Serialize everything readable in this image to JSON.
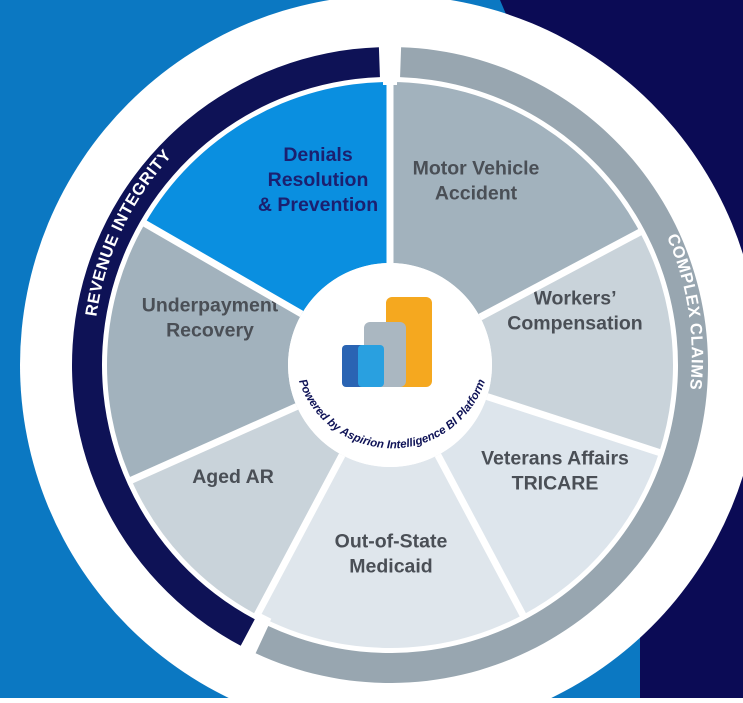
{
  "diagram": {
    "center_caption": "Powered by Aspirion Intelligence BI Platform",
    "left_arc_label": "REVENUE INTEGRITY",
    "right_arc_label": "COMPLEX CLAIMS",
    "segments": [
      {
        "id": "denials",
        "lines": [
          "Denials",
          "Resolution",
          "& Prevention"
        ],
        "color": "#0a8fe0",
        "text_color": "#1b2070"
      },
      {
        "id": "motor-vehicle",
        "lines": [
          "Motor Vehicle",
          "Accident"
        ],
        "color": "#a2b2bd",
        "text_color": "#4a4f56"
      },
      {
        "id": "workers-comp",
        "lines": [
          "Workers’",
          "Compensation"
        ],
        "color": "#c9d3da",
        "text_color": "#4a4f56"
      },
      {
        "id": "veterans",
        "lines": [
          "Veterans Affairs",
          "TRICARE"
        ],
        "color": "#dde5ec",
        "text_color": "#4a4f56"
      },
      {
        "id": "out-of-state",
        "lines": [
          "Out-of-State",
          "Medicaid"
        ],
        "color": "#dfe6ec",
        "text_color": "#4a4f56"
      },
      {
        "id": "aged-ar",
        "lines": [
          "Aged AR"
        ],
        "color": "#c9d3da",
        "text_color": "#4a4f56"
      },
      {
        "id": "underpayment",
        "lines": [
          "Underpayment",
          "Recovery"
        ],
        "color": "#a2b2bd",
        "text_color": "#4a4f56"
      }
    ],
    "colors": {
      "bg_left": "#0b78c2",
      "bg_right": "#0b0b55",
      "navy_arc": "#0e1256",
      "gray_arc": "#98a6b0",
      "logo_blue_dark": "#2a64b3",
      "logo_blue": "#29a0e0",
      "logo_gray": "#aab7c1",
      "logo_orange": "#f5a81f"
    }
  }
}
